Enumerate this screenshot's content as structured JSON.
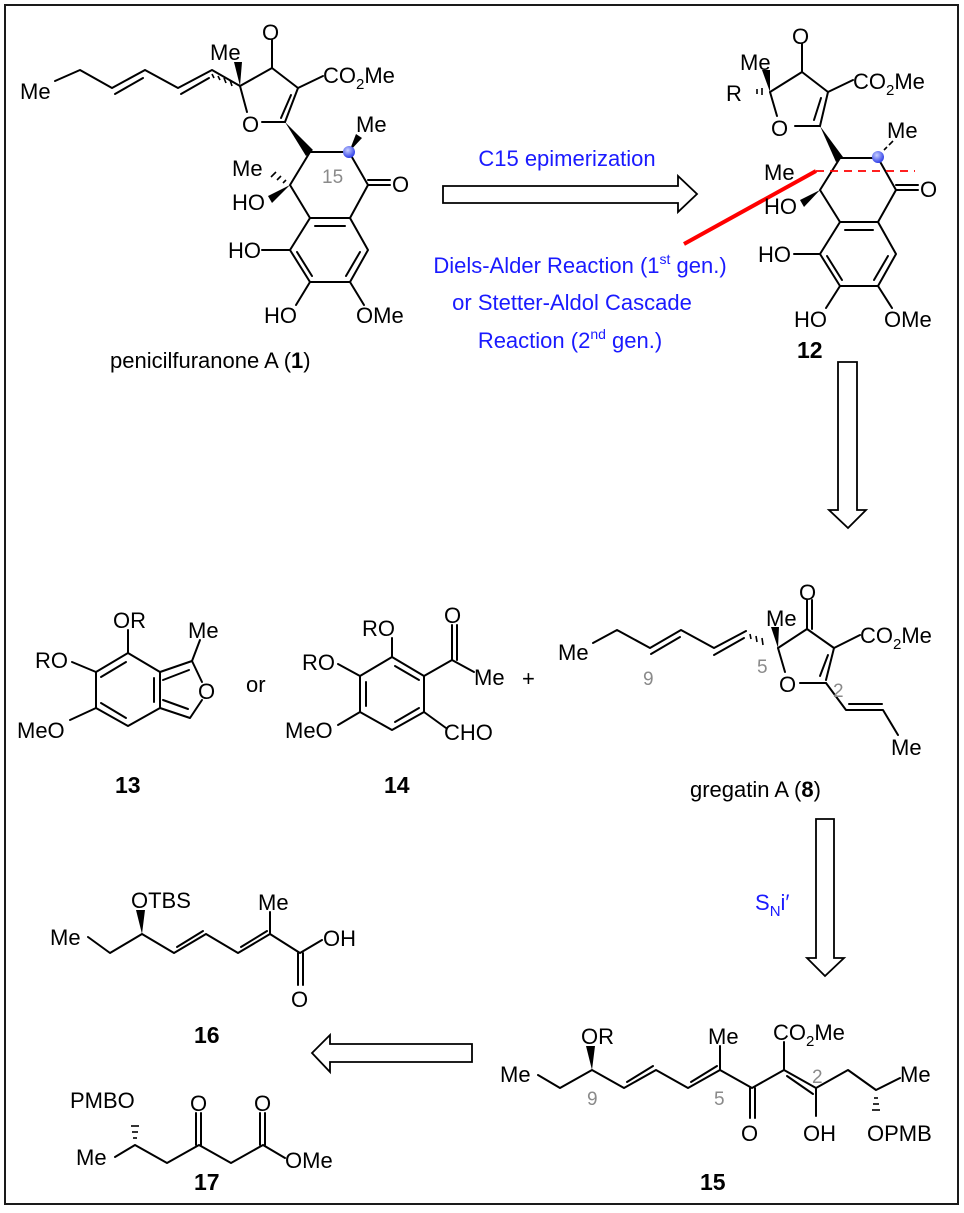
{
  "scheme": {
    "compounds": {
      "c1": {
        "label": "1",
        "name": "penicilfuranone A (",
        "name_close": ")",
        "atoms": {
          "me_chain": "Me",
          "me_quat": "Me",
          "ketone_o": "O",
          "ester": "CO",
          "ester_sub": "2",
          "ester_me": "Me",
          "ring_o": "O",
          "me_c15": "Me",
          "c15_num": "15",
          "lactone_o": "O",
          "me_oh": "Me",
          "oh_tert": "HO",
          "oh_ar1": "HO",
          "oh_ar2": "HO",
          "ome": "OMe"
        }
      },
      "c12": {
        "label": "12",
        "atoms": {
          "me_quat": "Me",
          "r": "R",
          "ketone_o": "O",
          "ester": "CO",
          "ester_sub": "2",
          "ester_me": "Me",
          "ring_o": "O",
          "me_c15": "Me",
          "me_tert": "Me",
          "oh_tert": "HO",
          "ketone2_o": "O",
          "oh_ar1": "HO",
          "oh_ar2": "HO",
          "ome": "OMe"
        }
      },
      "c13": {
        "label": "13",
        "atoms": {
          "or_top": "OR",
          "ro": "RO",
          "meo": "MeO",
          "me": "Me",
          "ring_o": "O"
        }
      },
      "c14": {
        "label": "14",
        "atoms": {
          "ro_top": "RO",
          "ro": "RO",
          "meo": "MeO",
          "ketone_o": "O",
          "me": "Me",
          "cho": "CHO"
        }
      },
      "c8": {
        "label": "8",
        "name": "gregatin A (",
        "name_close": ")",
        "atoms": {
          "me_chain": "Me",
          "num9": "9",
          "me_quat": "Me",
          "num5": "5",
          "ketone_o": "O",
          "ester": "CO",
          "ester_sub": "2",
          "ester_me": "Me",
          "ring_o": "O",
          "num2": "2",
          "me_propenyl": "Me"
        }
      },
      "c16": {
        "label": "16",
        "atoms": {
          "otbs": "OTBS",
          "me_left": "Me",
          "me_branch": "Me",
          "oh": "OH",
          "o": "O"
        }
      },
      "c17": {
        "label": "17",
        "atoms": {
          "pmbo": "PMBO",
          "me": "Me",
          "ketone_o": "O",
          "ester_o": "O",
          "ome": "OMe"
        }
      },
      "c15": {
        "label": "15",
        "atoms": {
          "or": "OR",
          "me_left": "Me",
          "num9": "9",
          "me_branch": "Me",
          "num5": "5",
          "ketone_o": "O",
          "ester": "CO",
          "ester_sub": "2",
          "ester_me": "Me",
          "num2": "2",
          "oh": "OH",
          "me_right": "Me",
          "opmb": "OPMB"
        }
      }
    },
    "connectors": {
      "or_text": "or",
      "plus_text": "+"
    },
    "transformations": {
      "epimerization": "C15 epimerization",
      "disconnection_line1_pre": "Diels-Alder Reaction (1",
      "disconnection_line1_sup": "st",
      "disconnection_line1_post": " gen.)",
      "disconnection_line2": "or Stetter-Aldol Cascade",
      "disconnection_line3_pre": "Reaction (2",
      "disconnection_line3_sup": "nd",
      "disconnection_line3_post": " gen.)",
      "sni_main": "S",
      "sni_sub": "N",
      "sni_tail": "i′"
    },
    "colors": {
      "annotation_text": "#1a1aff",
      "disconnection_line": "#ff0000",
      "stereocenter_marker": "#4a5cff",
      "atom_number": "#8a8a8a",
      "frame": "#1a1a1a"
    }
  }
}
